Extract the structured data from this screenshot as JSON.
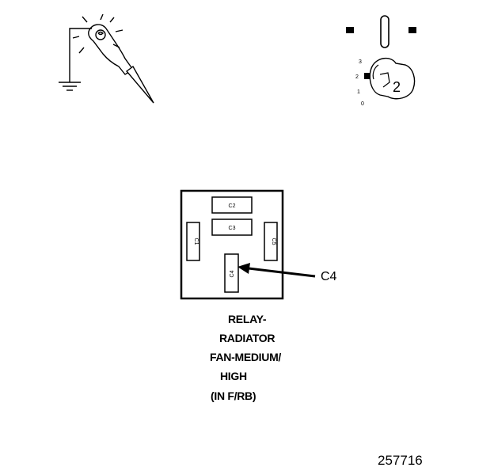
{
  "relay": {
    "cavities": [
      "C1",
      "C2",
      "C3",
      "C4",
      "C5"
    ],
    "callout": "C4",
    "caption_lines": [
      "RELAY-",
      "RADIATOR",
      "FAN-MEDIUM/",
      "HIGH",
      "(IN F/RB)"
    ]
  },
  "ignition_switch": {
    "positions": [
      "3",
      "2",
      "1",
      "0"
    ],
    "selected": "2"
  },
  "figure_number": "257716"
}
